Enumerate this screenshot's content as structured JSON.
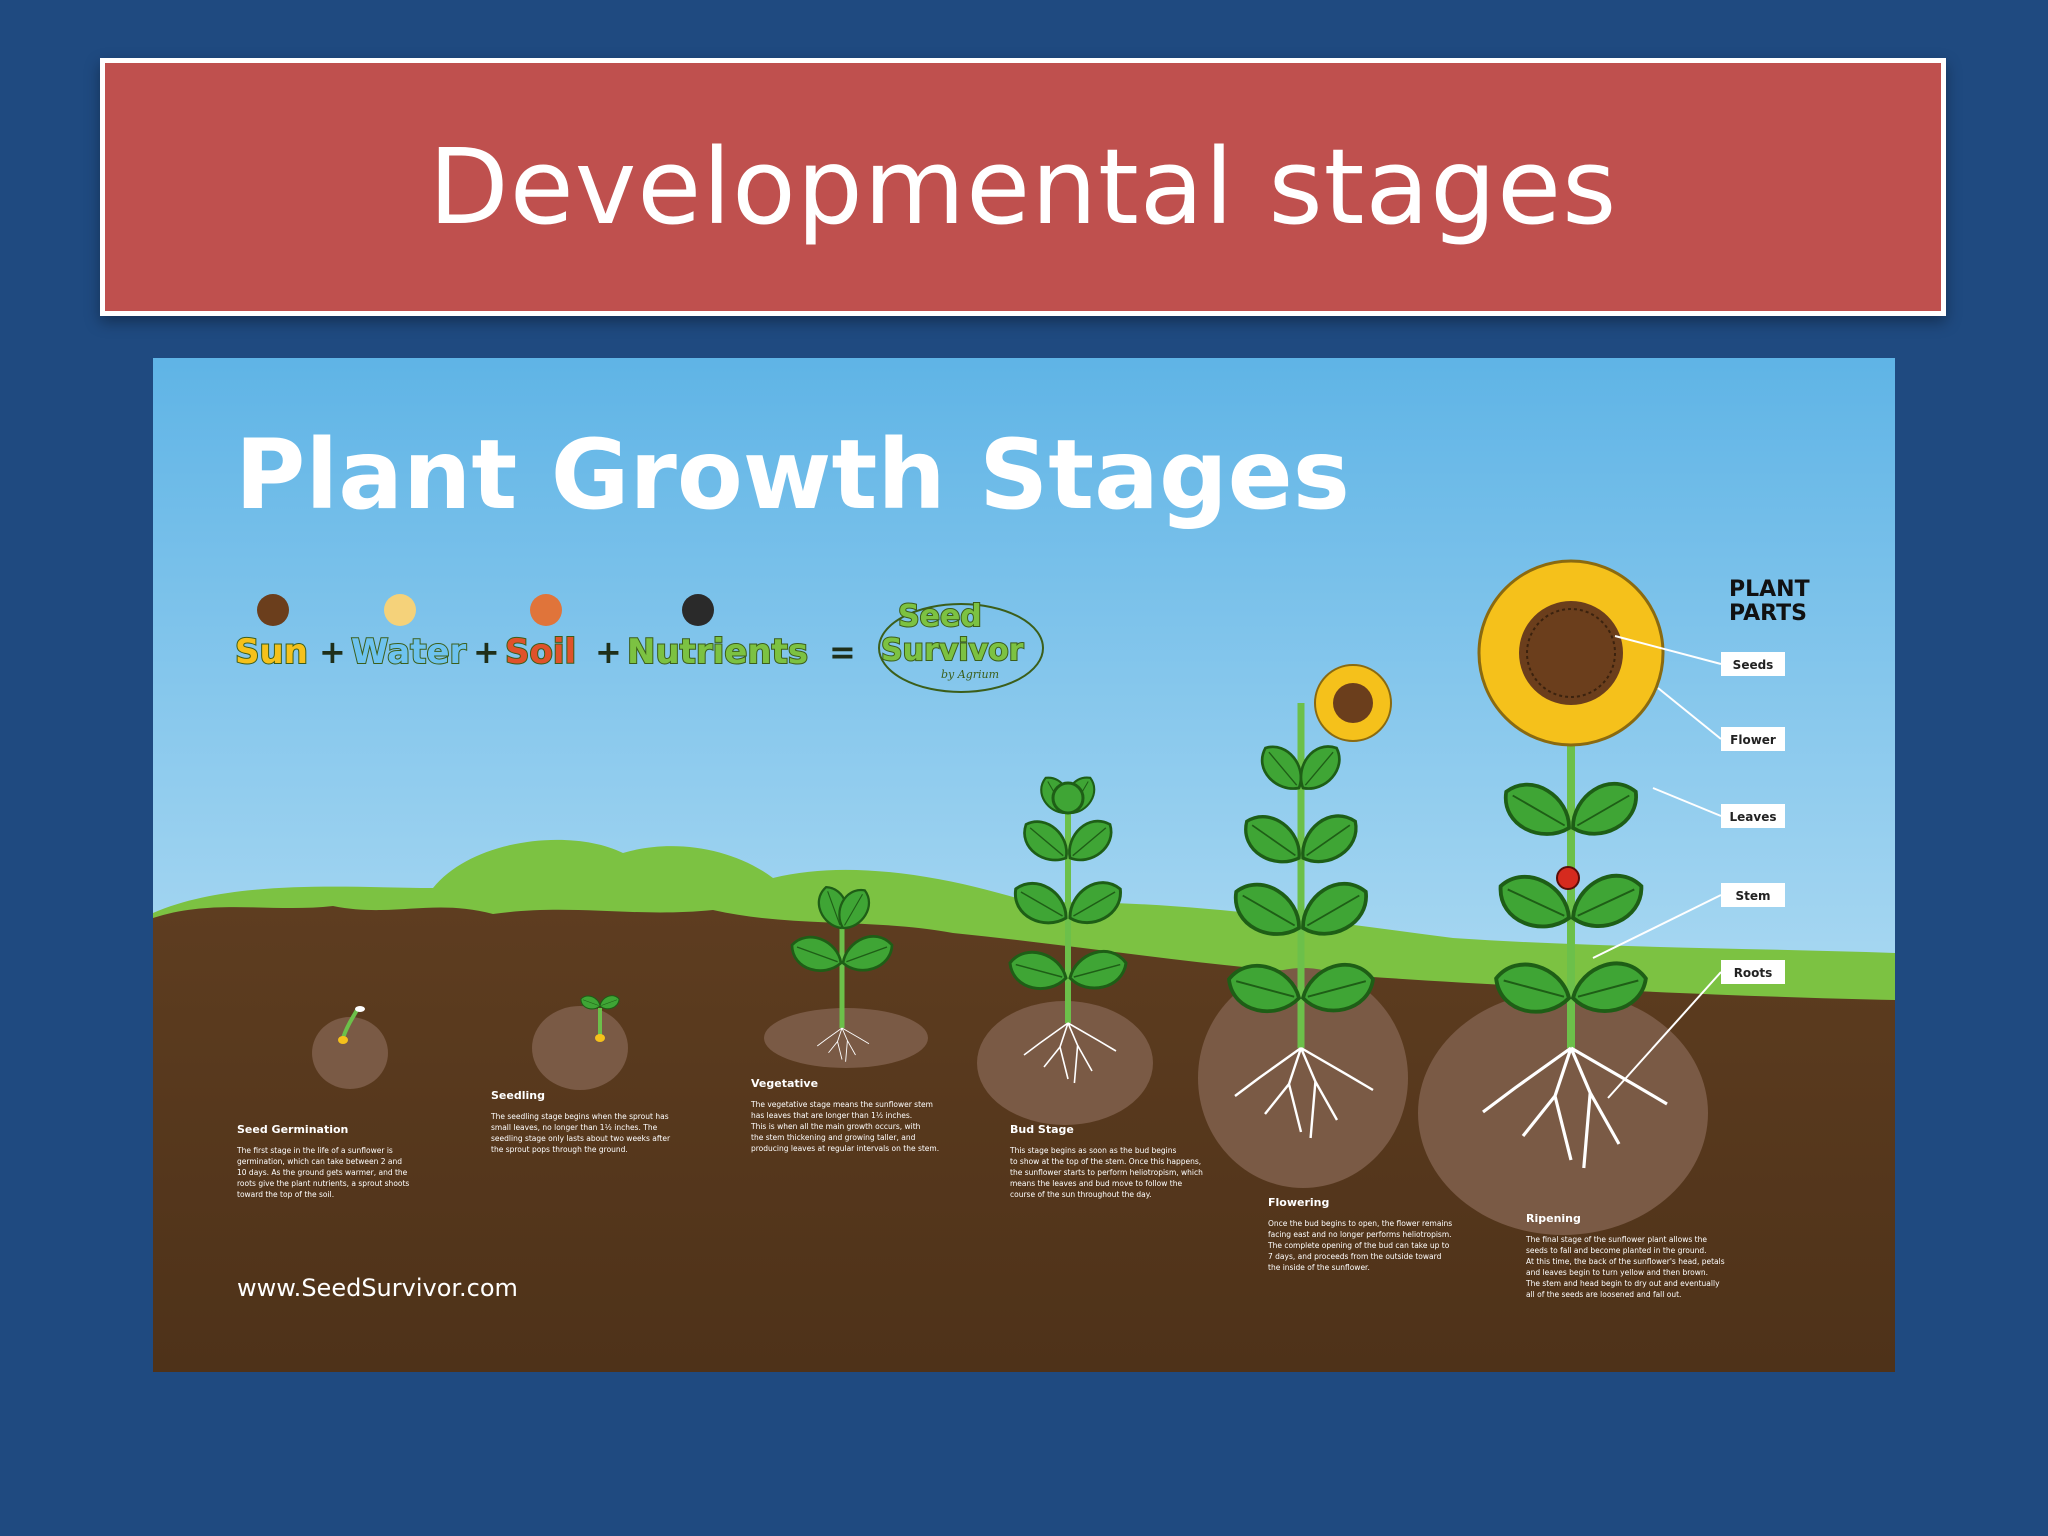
{
  "slide": {
    "title": "Developmental stages",
    "background_color": "#1f4a80",
    "title_bar_color": "#bf504e"
  },
  "poster": {
    "title": "Plant Growth Stages",
    "equation": {
      "terms": [
        "Sun",
        "Water",
        "Soil",
        "Nutrients"
      ],
      "plus": "+",
      "equals": "=",
      "logo_line1": "Seed",
      "logo_line2": "Survivor",
      "logo_sub": "by Agrium"
    },
    "stages": [
      {
        "name": "Seed Germination",
        "description": [
          "The first stage in the life of a sunflower is",
          "germination, which can take between 2 and",
          "10 days. As the ground gets warmer, and the",
          "roots give the plant nutrients, a sprout shoots",
          "toward the top of the soil."
        ]
      },
      {
        "name": "Seedling",
        "description": [
          "The seedling stage begins when the sprout has",
          "small leaves, no longer than 1½ inches. The",
          "seedling stage only lasts about two weeks after",
          "the sprout pops through the ground."
        ]
      },
      {
        "name": "Vegetative",
        "description": [
          "The vegetative stage means the sunflower stem",
          "has leaves that are longer than 1½ inches.",
          "This is when all the main growth occurs, with",
          "the stem thickening and growing taller, and",
          "producing leaves at regular intervals on the stem."
        ]
      },
      {
        "name": "Bud Stage",
        "description": [
          "This stage begins as soon as the bud begins",
          "to show at the top of the stem. Once this happens,",
          "the sunflower starts to perform heliotropism, which",
          "means the leaves and bud move to follow the",
          "course of the sun throughout the day."
        ]
      },
      {
        "name": "Flowering",
        "description": [
          "Once the bud begins to open, the flower remains",
          "facing east and no longer performs heliotropism.",
          "The complete opening of the bud can take up to",
          "7 days, and proceeds from the outside toward",
          "the inside of the sunflower."
        ]
      },
      {
        "name": "Ripening",
        "description": [
          "The final stage of the sunflower plant allows the",
          "seeds to fall and become planted in the ground.",
          "At this time, the back of the sunflower's head, petals",
          "and leaves begin to turn yellow and then brown.",
          "The stem and head begin to dry out and eventually",
          "all of the seeds are loosened and fall out."
        ]
      }
    ],
    "plant_parts": {
      "title_line1": "PLANT",
      "title_line2": "PARTS",
      "labels": [
        "Seeds",
        "Flower",
        "Leaves",
        "Stem",
        "Roots"
      ]
    },
    "url": "www.SeedSurvivor.com",
    "colors": {
      "sky_top": "#5fb4e6",
      "sky_bottom": "#d6eef9",
      "hill_green": "#7cc242",
      "soil": "#5a3b1f",
      "soil_pocket": "#7a5a45",
      "leaf": "#3fa535",
      "stem": "#6cc04a",
      "petal": "#f5c11b",
      "flower_center": "#6b3e1c"
    }
  }
}
